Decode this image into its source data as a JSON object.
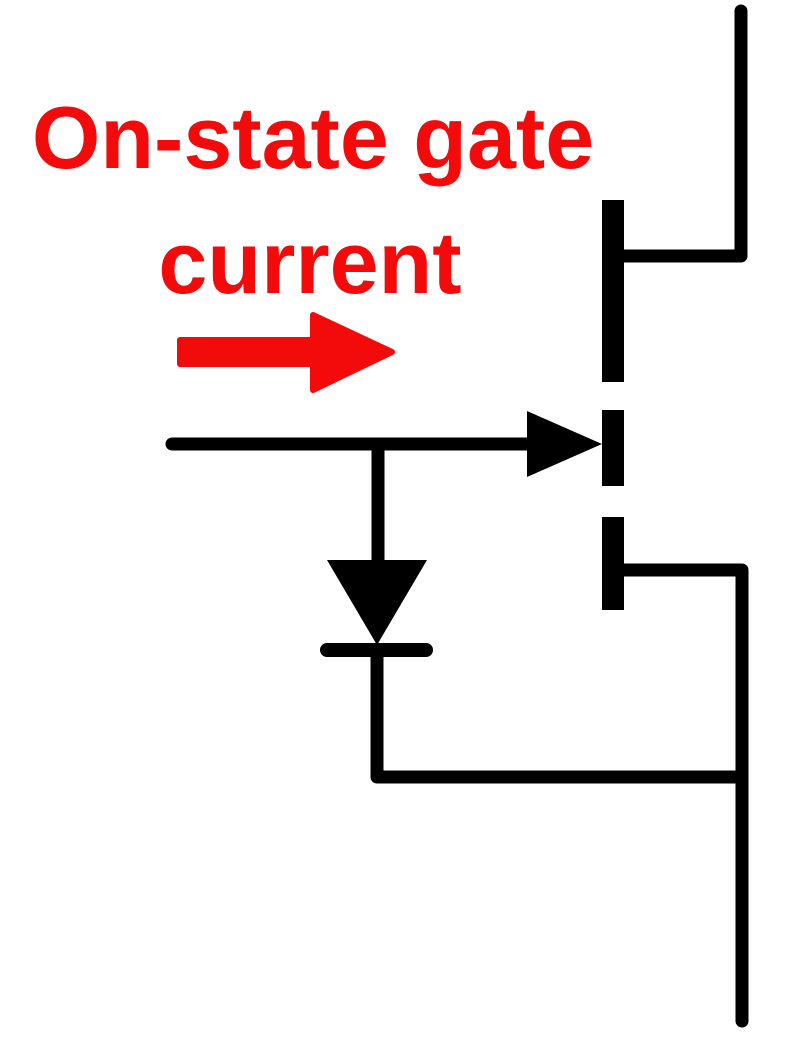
{
  "colors": {
    "background": "#ffffff",
    "circuit_ink": "#000000",
    "annotation_red": "#f30b0b"
  },
  "annotation": {
    "label": {
      "line1": "On-state gate",
      "line2": "current"
    },
    "arrow_icon": "red-right-arrow",
    "arrow_direction": "right"
  },
  "schematic": {
    "kind": "circuit-schematic",
    "symbols": [
      {
        "name": "drain-lead-wire"
      },
      {
        "name": "transistor-channel-bar",
        "segments": 3
      },
      {
        "name": "gate-wire"
      },
      {
        "name": "gate-series-diode",
        "orientation": "pointing-right"
      },
      {
        "name": "gate-branch-wire"
      },
      {
        "name": "gate-source-diode",
        "orientation": "pointing-down"
      },
      {
        "name": "diode-cathode-bar"
      },
      {
        "name": "source-return-wire"
      },
      {
        "name": "source-lead-wire"
      }
    ]
  }
}
